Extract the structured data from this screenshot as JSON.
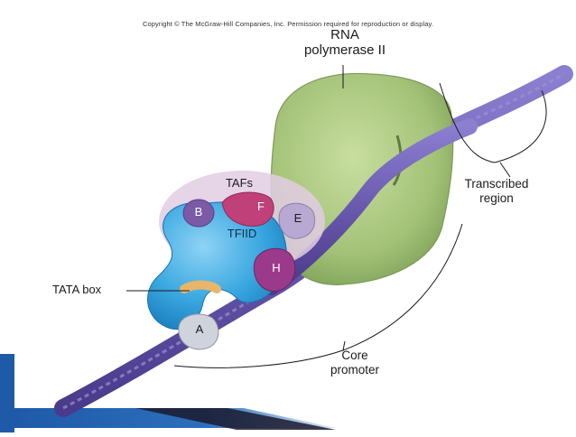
{
  "copyright": "Copyright © The McGraw-Hill Companies, Inc. Permission required for reproduction or display.",
  "labels": {
    "rna_polymerase_line1": "RNA",
    "rna_polymerase_line2": "polymerase II",
    "transcribed_line1": "Transcribed",
    "transcribed_line2": "region",
    "core_line1": "Core",
    "core_line2": "promoter",
    "tata_box": "TATA box",
    "tafs": "TAFs",
    "tfiid": "TFIID",
    "b": "B",
    "f": "F",
    "e": "E",
    "h": "H",
    "a": "A"
  },
  "colors": {
    "dna": "#6e5fb4",
    "polymerase": "#a9c77e",
    "tfiid": "#3aa8e0",
    "tafs_halo": "#d9c2dc",
    "factor_b": "#7b5aa6",
    "factor_f": "#c0407a",
    "factor_e": "#b7a9d1",
    "factor_h": "#9b3a8a",
    "factor_a": "#cfd3dc",
    "tata": "#e8b66a",
    "slide_accent": "#1e5aa8"
  }
}
